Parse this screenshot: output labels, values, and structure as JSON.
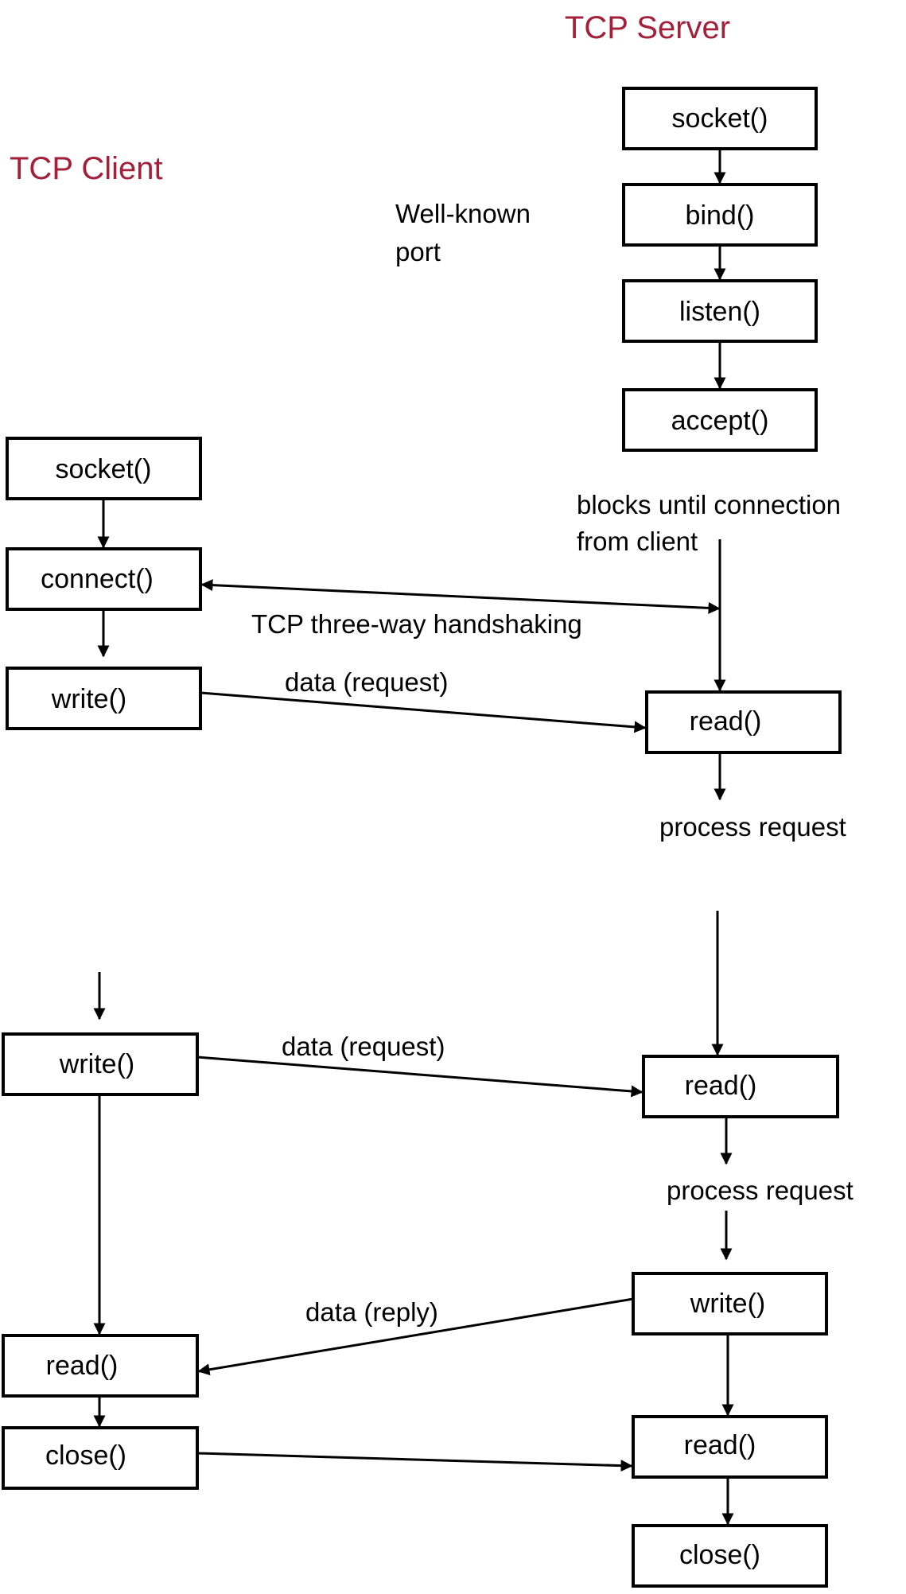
{
  "colors": {
    "heading": "#a3203b",
    "warning": "#e31b23",
    "line": "#000000",
    "box_fill": "#ffffff"
  },
  "titles": {
    "server": "TCP Server",
    "client": "TCP Client"
  },
  "server_boxes": {
    "socket": "socket()",
    "bind": "bind()",
    "listen": "listen()",
    "accept": "accept()",
    "read1": "read()",
    "read2": "read()",
    "write": "write()",
    "read3": "read()",
    "close": "close()"
  },
  "client_boxes": {
    "socket": "socket()",
    "connect": "connect()",
    "write1": "write()",
    "write2": "write()",
    "read": "read()",
    "close": "close()"
  },
  "notes": {
    "well_known_line1": "Well-known",
    "well_known_line2": "port",
    "blocks_line1": "blocks until connection",
    "blocks_line2": "from client",
    "handshake": "TCP three-way handshaking",
    "data_request1": "data (request)",
    "process_request1": "process request",
    "data_request2": "data (request)",
    "process_request2": "process request",
    "data_reply": "data (reply)"
  }
}
